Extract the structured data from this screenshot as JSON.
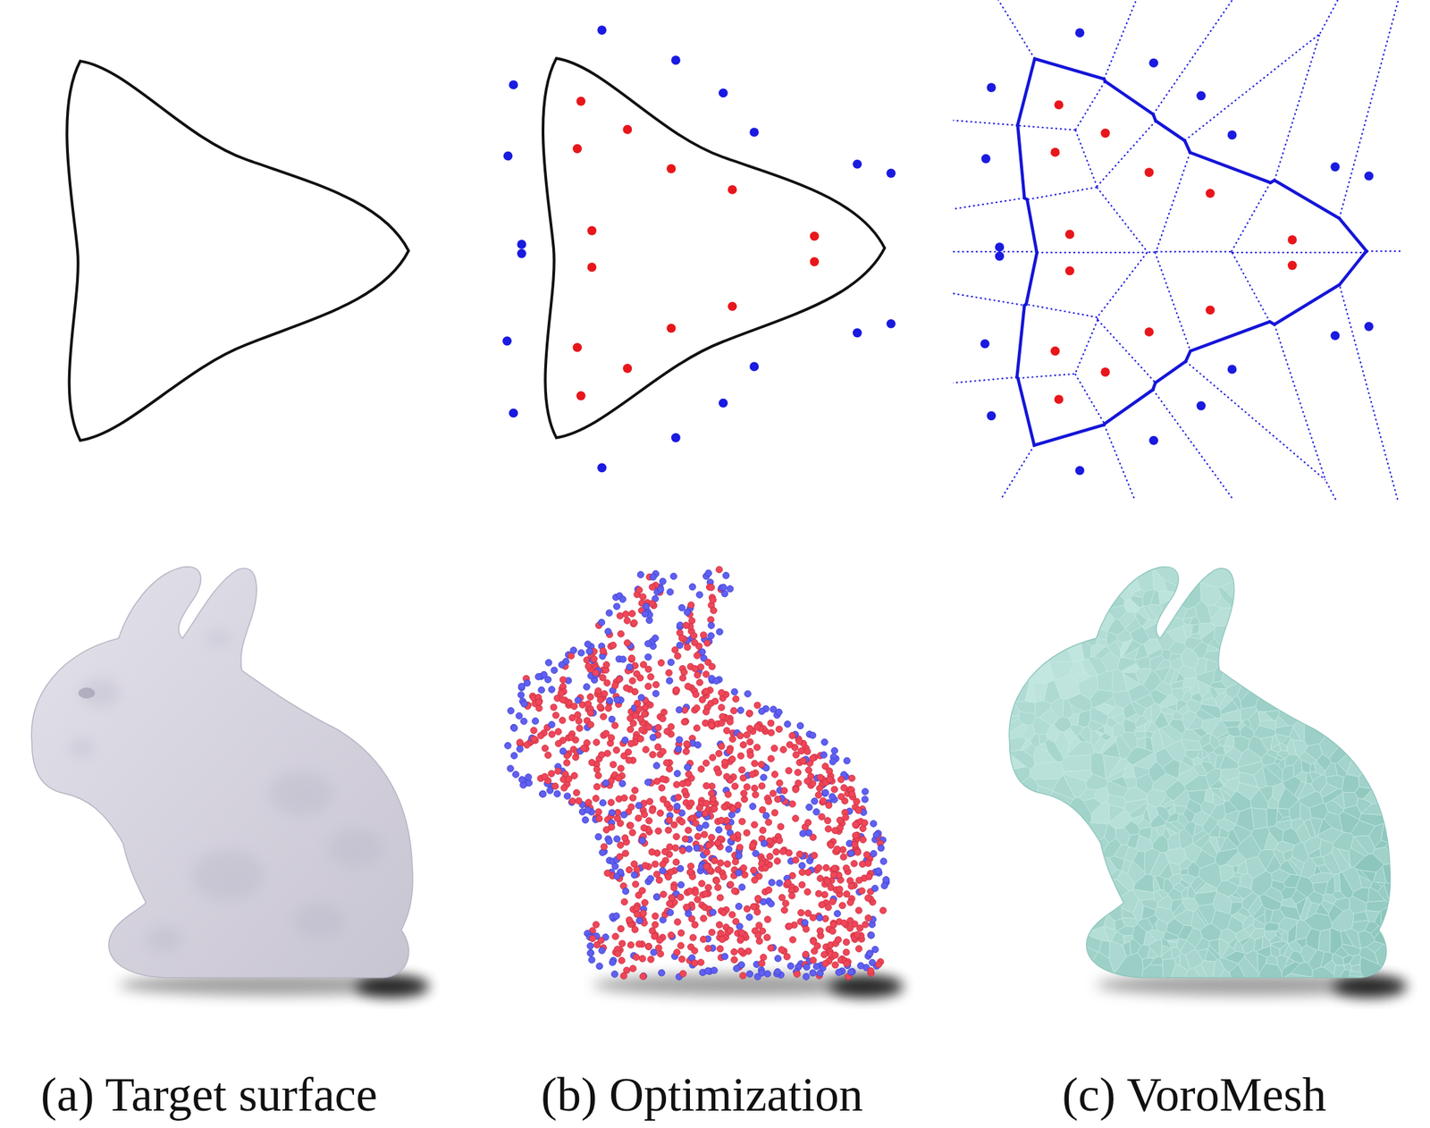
{
  "diagram": {
    "labels": [
      "(a) Target surface",
      "(b) Optimization",
      "(c) VoroMesh"
    ]
  }
}
